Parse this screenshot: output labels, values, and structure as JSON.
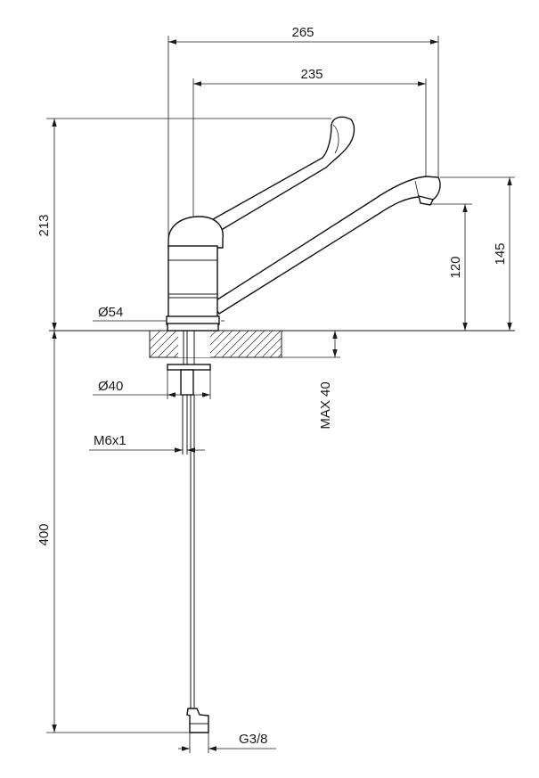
{
  "dimensions": {
    "total_width": "265",
    "spout_reach": "235",
    "total_height": "213",
    "outlet_height_max": "145",
    "outlet_height": "120",
    "base_diameter": "Ø54",
    "hole_diameter": "Ø40",
    "deck_thickness": "MAX 40",
    "stud_thread": "M6x1",
    "hose_length": "400",
    "hose_connector": "G3/8"
  },
  "colors": {
    "line": "#1a1a1a",
    "background": "#ffffff"
  }
}
